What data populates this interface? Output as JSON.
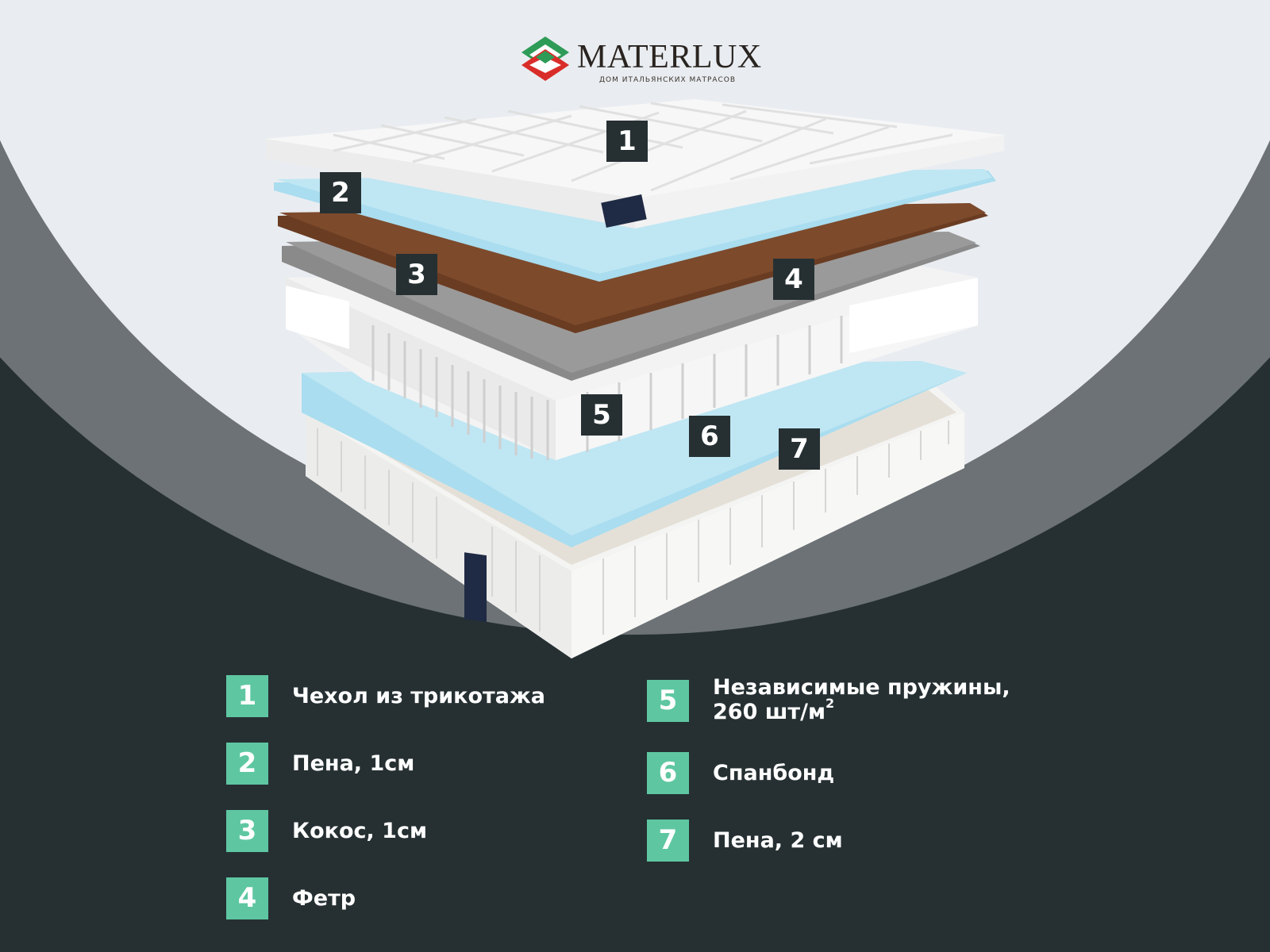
{
  "brand": {
    "name": "MATERLUX",
    "tagline": "ДОМ ИТАЛЬЯНСКИХ МАТРАСОВ",
    "colors": {
      "red": "#d92d2a",
      "green": "#2e9b57",
      "dark": "#2a2420"
    }
  },
  "colors": {
    "background_dark": "#263033",
    "circle_light": "#e9edf1",
    "ring_grey": "#6d7276",
    "legend_badge": "#5ec7a2",
    "foam_blue": "#a9ddef",
    "coconut_brown": "#7d4a2c",
    "felt_grey": "#8a8a8a"
  },
  "diagram_markers": [
    "1",
    "2",
    "3",
    "4",
    "5",
    "6",
    "7"
  ],
  "legend": [
    {
      "num": "1",
      "label": "Чехол из трикотажа"
    },
    {
      "num": "2",
      "label": "Пена, 1см"
    },
    {
      "num": "3",
      "label": "Кокос, 1см"
    },
    {
      "num": "4",
      "label": "Фетр"
    },
    {
      "num": "5",
      "label_line1": "Независимые пружины,",
      "label_line2": "260 шт/м",
      "label_sup": "2"
    },
    {
      "num": "6",
      "label": "Спанбонд"
    },
    {
      "num": "7",
      "label": "Пена, 2 см"
    }
  ]
}
